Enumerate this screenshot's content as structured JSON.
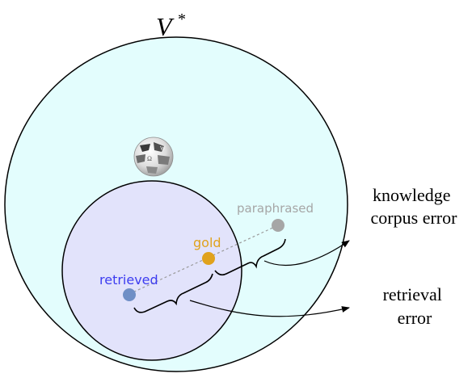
{
  "diagram": {
    "outer_set": {
      "label_base": "V",
      "label_sup": "*",
      "fill_color": "#e3fdfd",
      "stroke_color": "#000000"
    },
    "inner_set": {
      "fill_color": "#e2e3fb",
      "stroke_color": "#000000"
    },
    "corpus_icon": "wikipedia-globe-icon",
    "points": [
      {
        "id": "retrieved",
        "label": "retrieved",
        "color": "#6f8fc6",
        "label_color": "#3c3cf0"
      },
      {
        "id": "gold",
        "label": "gold",
        "color": "#e0a21c",
        "label_color": "#e0a21c"
      },
      {
        "id": "paraphrased",
        "label": "paraphrased",
        "color": "#a6a6a6",
        "label_color": "#a6a6a6"
      }
    ],
    "annotations": {
      "knowledge_corpus_error": [
        "knowledge",
        "corpus error"
      ],
      "retrieval_error": [
        "retrieval",
        "error"
      ]
    }
  }
}
